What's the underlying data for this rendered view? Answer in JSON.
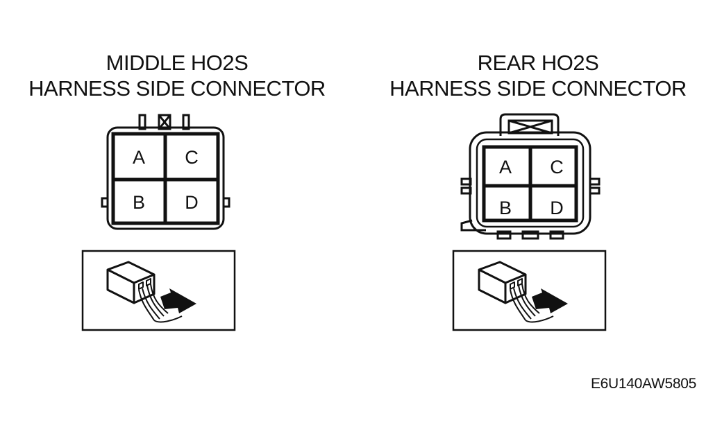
{
  "middle_connector": {
    "title_line1": "MIDDLE HO2S",
    "title_line2": "HARNESS SIDE CONNECTOR",
    "pins": [
      "A",
      "C",
      "B",
      "D"
    ]
  },
  "rear_connector": {
    "title_line1": "REAR HO2S",
    "title_line2": "HARNESS SIDE CONNECTOR",
    "pins": [
      "A",
      "C",
      "B",
      "D"
    ]
  },
  "figure_code": "E6U140AW5805"
}
